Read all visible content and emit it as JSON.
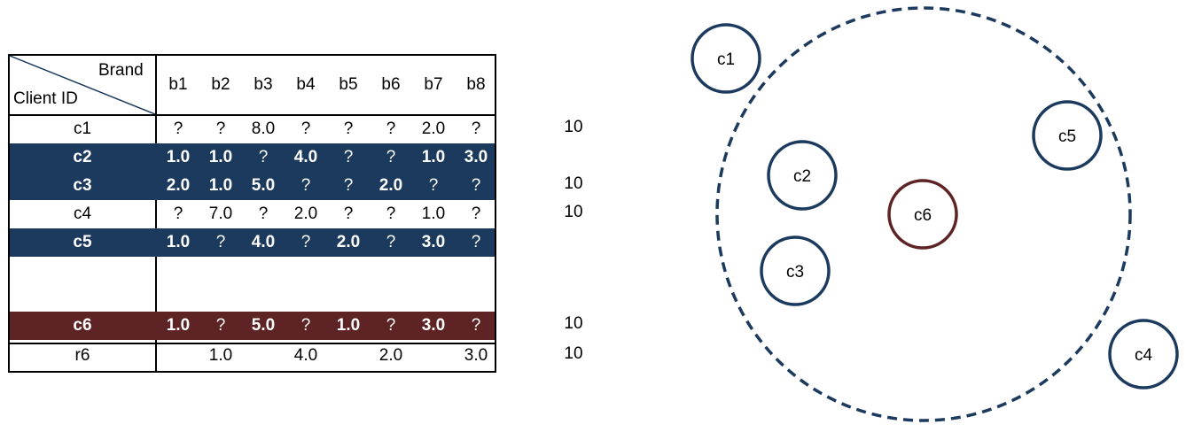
{
  "table": {
    "corner": {
      "brand_label": "Brand",
      "client_label": "Client ID"
    },
    "brands": [
      "b1",
      "b2",
      "b3",
      "b4",
      "b5",
      "b6",
      "b7",
      "b8"
    ],
    "rows": [
      {
        "id": "c1",
        "style": "plain",
        "values": [
          "?",
          "?",
          "8.0",
          "?",
          "?",
          "?",
          "2.0",
          "?"
        ],
        "side": "10"
      },
      {
        "id": "c2",
        "style": "blue",
        "values": [
          "1.0",
          "1.0",
          "?",
          "4.0",
          "?",
          "?",
          "1.0",
          "3.0"
        ],
        "side": ""
      },
      {
        "id": "c3",
        "style": "blue",
        "values": [
          "2.0",
          "1.0",
          "5.0",
          "?",
          "?",
          "2.0",
          "?",
          "?"
        ],
        "side": "10"
      },
      {
        "id": "c4",
        "style": "plain",
        "values": [
          "?",
          "7.0",
          "?",
          "2.0",
          "?",
          "?",
          "1.0",
          "?"
        ],
        "side": "10"
      },
      {
        "id": "c5",
        "style": "blue",
        "values": [
          "1.0",
          "?",
          "4.0",
          "?",
          "2.0",
          "?",
          "3.0",
          "?"
        ],
        "side": ""
      },
      {
        "id": "c6",
        "style": "red",
        "values": [
          "1.0",
          "?",
          "5.0",
          "?",
          "1.0",
          "?",
          "3.0",
          "?"
        ],
        "side": "10"
      },
      {
        "id": "r6",
        "style": "plain",
        "values": [
          "",
          "1.0",
          "",
          "4.0",
          "",
          "2.0",
          "",
          "3.0"
        ],
        "side": "10"
      }
    ]
  },
  "diagram": {
    "colors": {
      "neighbor": "#1c3a5e",
      "target": "#5e2324",
      "boundary": "#1c3a5e"
    },
    "nodes": [
      {
        "label": "c1",
        "kind": "neighbor"
      },
      {
        "label": "c2",
        "kind": "neighbor"
      },
      {
        "label": "c3",
        "kind": "neighbor"
      },
      {
        "label": "c4",
        "kind": "neighbor"
      },
      {
        "label": "c5",
        "kind": "neighbor"
      },
      {
        "label": "c6",
        "kind": "target"
      }
    ]
  }
}
